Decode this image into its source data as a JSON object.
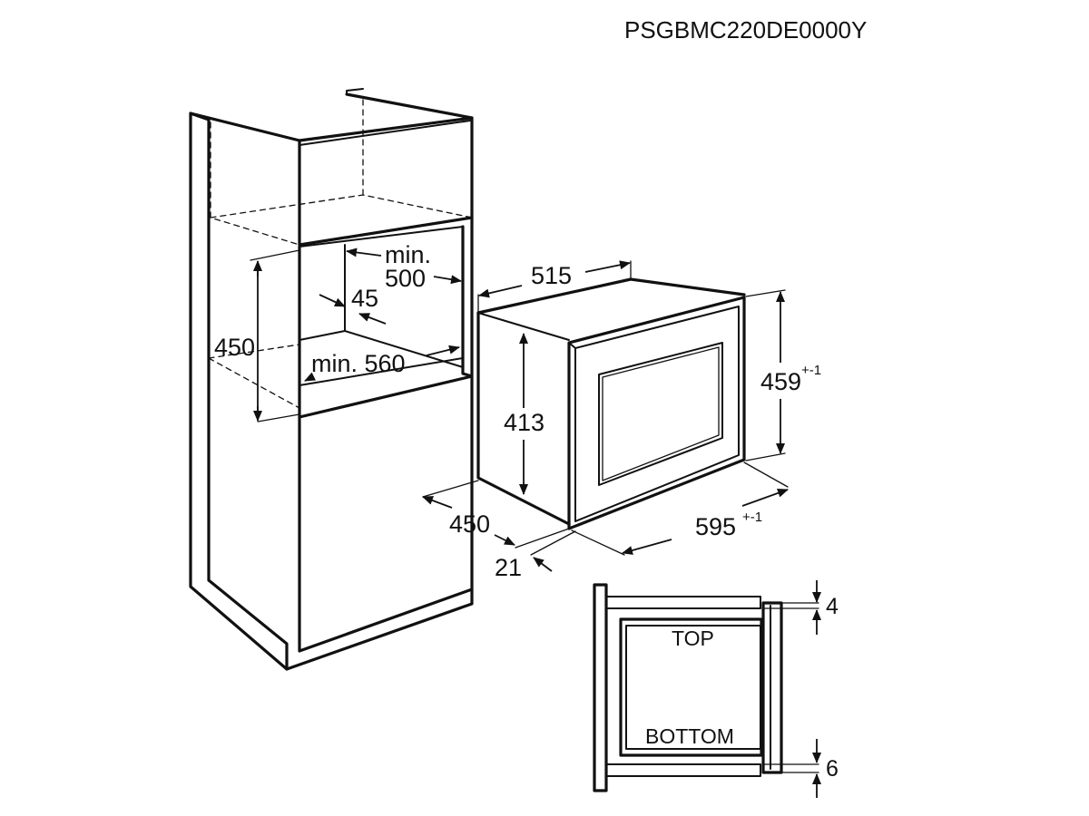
{
  "model_code": "PSGBMC220DE0000Y",
  "cabinet": {
    "niche_depth_min_label": "min.",
    "niche_depth_min_value": "500",
    "gap_value": "45",
    "niche_height_value": "450",
    "niche_width_label": "min. 560"
  },
  "appliance": {
    "depth_value": "515",
    "inner_height_value": "413",
    "total_height_value": "459",
    "total_height_tolerance": "+-1",
    "width_value": "595",
    "width_tolerance": "+-1",
    "body_depth_value": "450",
    "frame_depth_value": "21"
  },
  "section_view": {
    "top_label": "TOP",
    "bottom_label": "BOTTOM",
    "top_gap_value": "4",
    "bottom_gap_value": "6"
  }
}
